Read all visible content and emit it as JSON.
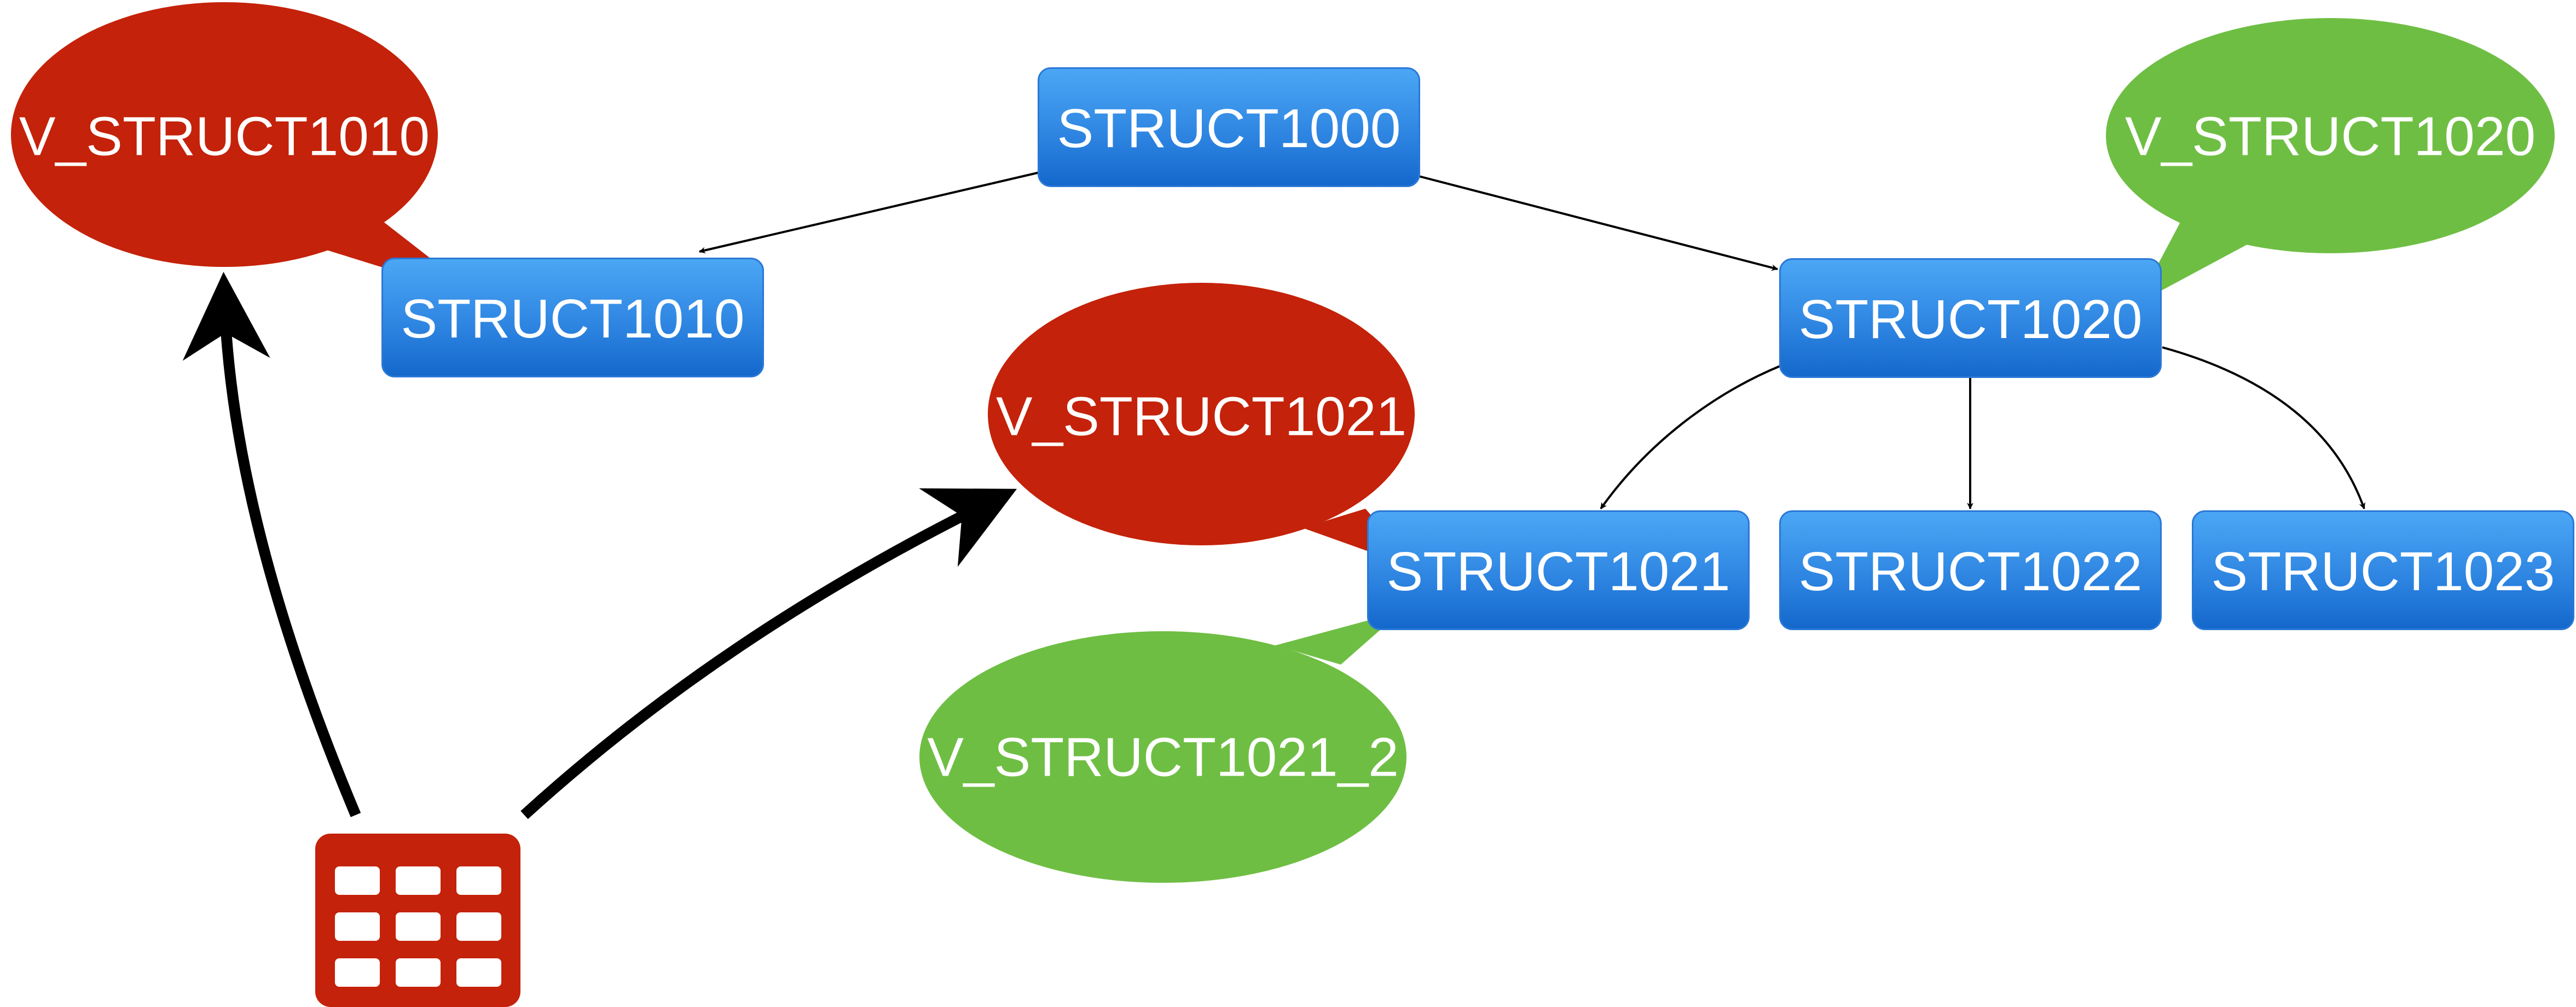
{
  "colors": {
    "node_fill": "#2f86e2",
    "view_red": "#c4220a",
    "view_green": "#6fbe44",
    "edge": "#000000"
  },
  "nodes": {
    "s1000": "STRUCT1000",
    "s1010": "STRUCT1010",
    "s1020": "STRUCT1020",
    "s1021": "STRUCT1021",
    "s1022": "STRUCT1022",
    "s1023": "STRUCT1023"
  },
  "views": {
    "v1010": "V_STRUCT1010",
    "v1020": "V_STRUCT1020",
    "v1021": "V_STRUCT1021",
    "v1021_2": "V_STRUCT1021_2"
  },
  "edges": [
    {
      "from": "STRUCT1000",
      "to": "STRUCT1010"
    },
    {
      "from": "STRUCT1000",
      "to": "STRUCT1020"
    },
    {
      "from": "STRUCT1020",
      "to": "STRUCT1021"
    },
    {
      "from": "STRUCT1020",
      "to": "STRUCT1022"
    },
    {
      "from": "STRUCT1020",
      "to": "STRUCT1023"
    }
  ],
  "table_icon": "table-grid-icon"
}
